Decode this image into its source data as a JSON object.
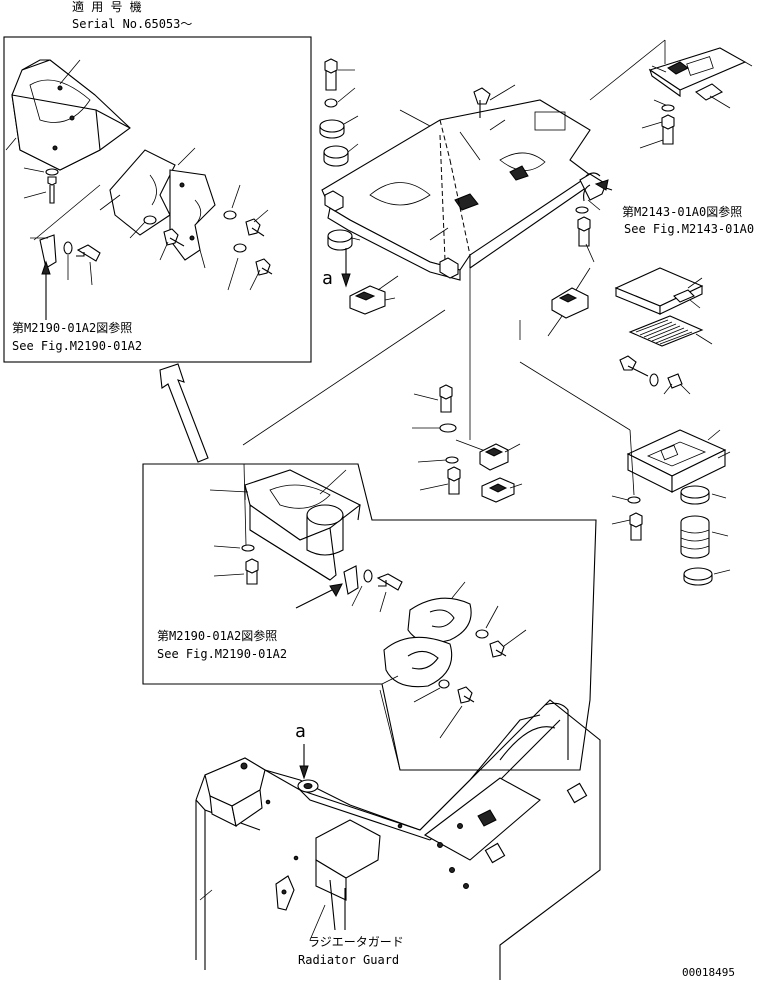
{
  "serial_box": {
    "title_jp": "適 用 号 機",
    "serial": "Serial No.65053～"
  },
  "refs": {
    "m2190_upper_jp": "第M2190-01A2図参照",
    "m2190_upper_en": "See Fig.M2190-01A2",
    "m2190_lower_jp": "第M2190-01A2図参照",
    "m2190_lower_en": "See Fig.M2190-01A2",
    "m2143_jp": "第M2143-01A0図参照",
    "m2143_en": "See Fig.M2143-01A0"
  },
  "callout_a_upper": "a",
  "callout_a_lower": "a",
  "radiator": {
    "label_jp": "ラジエータガード",
    "label_en": "Radiator Guard"
  },
  "drawing_number": "00018495"
}
